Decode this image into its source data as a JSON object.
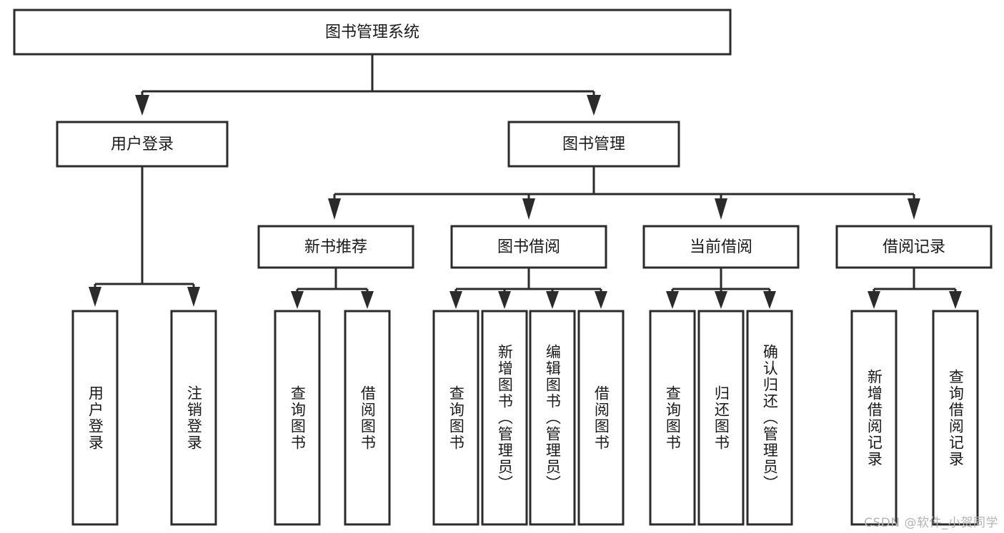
{
  "diagram": {
    "type": "tree",
    "title": "图书管理系统",
    "orientation": "top-down",
    "colors": {
      "background": "#ffffff",
      "box_fill": "#ffffff",
      "box_stroke": "#2b2b2b",
      "text": "#1a1a1a",
      "watermark": "#b4b4b4"
    },
    "root": {
      "label": "图书管理系统",
      "children": [
        {
          "label": "用户登录",
          "children": [
            {
              "label": "用户登录",
              "vertical": true
            },
            {
              "label": "注销登录",
              "vertical": true
            }
          ]
        },
        {
          "label": "图书管理",
          "children": [
            {
              "label": "新书推荐",
              "children": [
                {
                  "label": "查询图书",
                  "vertical": true
                },
                {
                  "label": "借阅图书",
                  "vertical": true
                }
              ]
            },
            {
              "label": "图书借阅",
              "children": [
                {
                  "label": "查询图书",
                  "vertical": true
                },
                {
                  "label": "新增图书（管理员）",
                  "vertical": true
                },
                {
                  "label": "编辑图书（管理员）",
                  "vertical": true
                },
                {
                  "label": "借阅图书",
                  "vertical": true
                }
              ]
            },
            {
              "label": "当前借阅",
              "children": [
                {
                  "label": "查询图书",
                  "vertical": true
                },
                {
                  "label": "归还图书",
                  "vertical": true
                },
                {
                  "label": "确认归还（管理员）",
                  "vertical": true
                }
              ]
            },
            {
              "label": "借阅记录",
              "children": [
                {
                  "label": "新增借阅记录",
                  "vertical": true
                },
                {
                  "label": "查询借阅记录",
                  "vertical": true
                }
              ]
            }
          ]
        }
      ]
    }
  },
  "nodes": {
    "root": "图书管理系统",
    "user_login": "用户登录",
    "book_manage": "图书管理",
    "new_book_rec": "新书推荐",
    "book_borrow": "图书借阅",
    "current_borrow": "当前借阅",
    "borrow_record": "借阅记录",
    "leaf_user_login": "用户登录",
    "leaf_logout": "注销登录",
    "leaf_rec_query": "查询图书",
    "leaf_rec_borrow": "借阅图书",
    "leaf_borrow_query": "查询图书",
    "leaf_borrow_add": "新增图书（管理员）",
    "leaf_borrow_edit": "编辑图书（管理员）",
    "leaf_borrow_do": "借阅图书",
    "leaf_cur_query": "查询图书",
    "leaf_cur_return": "归还图书",
    "leaf_cur_confirm": "确认归还（管理员）",
    "leaf_rec_add": "新增借阅记录",
    "leaf_rec_search": "查询借阅记录"
  },
  "watermark": {
    "text": "CSDN @软件_小贺同学"
  }
}
